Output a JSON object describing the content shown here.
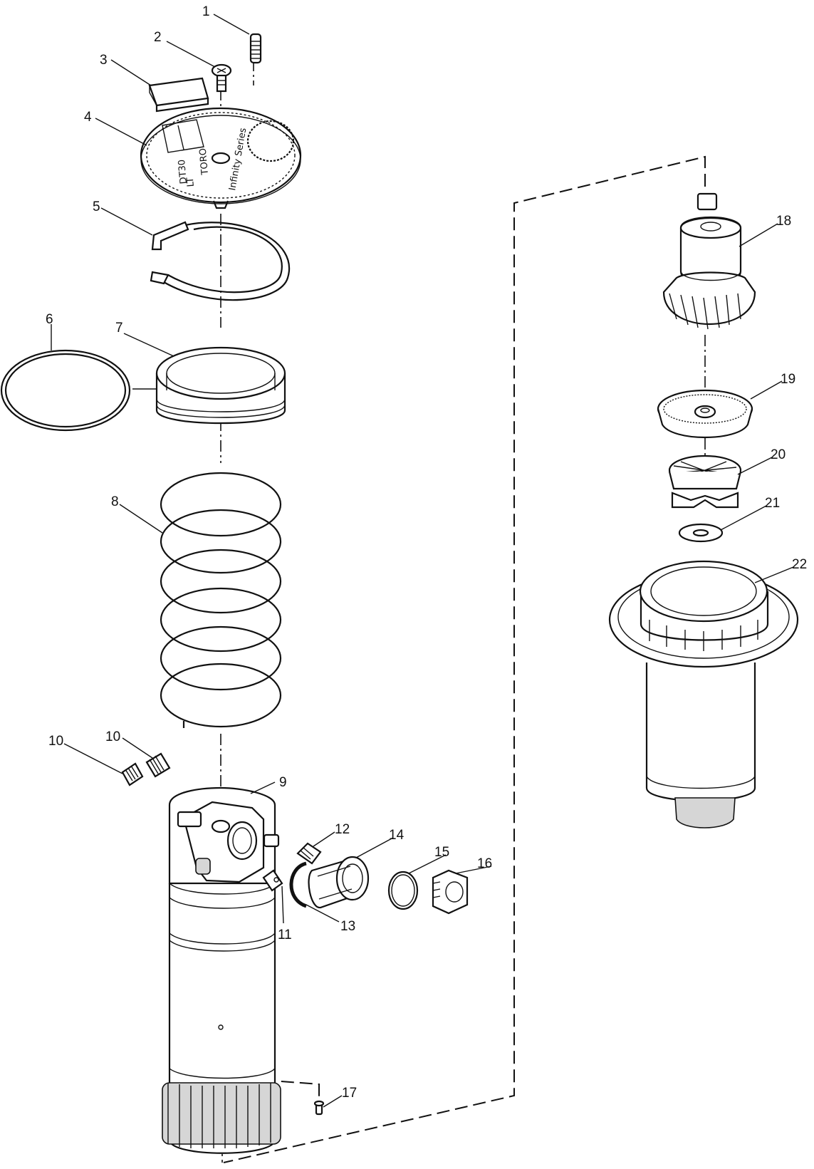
{
  "diagram": {
    "callouts": [
      {
        "id": "1",
        "label": "1"
      },
      {
        "id": "2",
        "label": "2"
      },
      {
        "id": "3",
        "label": "3"
      },
      {
        "id": "4",
        "label": "4"
      },
      {
        "id": "5",
        "label": "5"
      },
      {
        "id": "6",
        "label": "6"
      },
      {
        "id": "7",
        "label": "7"
      },
      {
        "id": "8",
        "label": "8"
      },
      {
        "id": "9",
        "label": "9"
      },
      {
        "id": "10a",
        "label": "10"
      },
      {
        "id": "10b",
        "label": "10"
      },
      {
        "id": "11",
        "label": "11"
      },
      {
        "id": "12",
        "label": "12"
      },
      {
        "id": "13",
        "label": "13"
      },
      {
        "id": "14",
        "label": "14"
      },
      {
        "id": "15",
        "label": "15"
      },
      {
        "id": "16",
        "label": "16"
      },
      {
        "id": "17",
        "label": "17"
      },
      {
        "id": "18",
        "label": "18"
      },
      {
        "id": "19",
        "label": "19"
      },
      {
        "id": "20",
        "label": "20"
      },
      {
        "id": "21",
        "label": "21"
      },
      {
        "id": "22",
        "label": "22"
      }
    ],
    "cap_markings": [
      "TORO",
      "DT30",
      "Infinity Series",
      "LT"
    ]
  }
}
